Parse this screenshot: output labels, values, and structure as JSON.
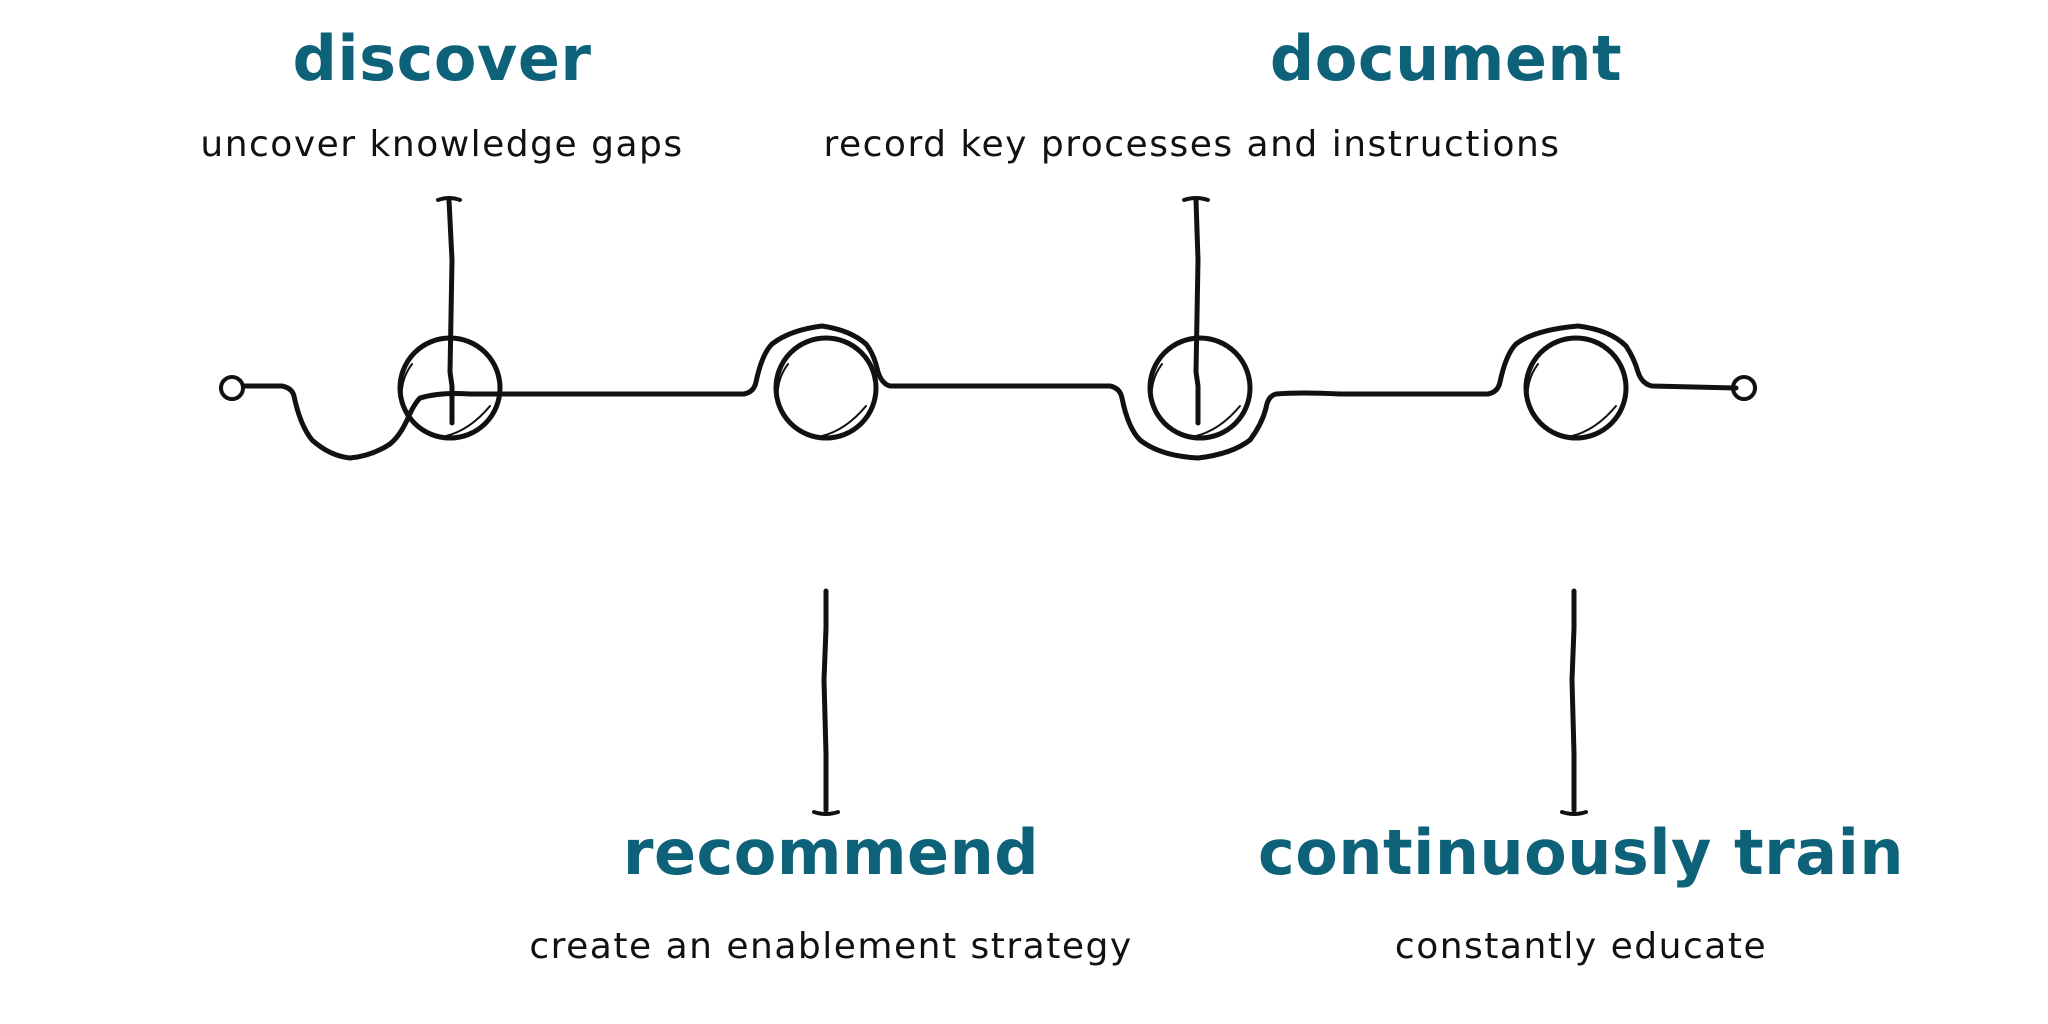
{
  "colors": {
    "title": "#0d6178",
    "line": "#111111"
  },
  "steps": [
    {
      "title": "discover",
      "subtitle": "uncover knowledge gaps",
      "position": "top"
    },
    {
      "title": "recommend",
      "subtitle": "create an enablement strategy",
      "position": "bottom"
    },
    {
      "title": "document",
      "subtitle": "record key processes and instructions",
      "position": "top"
    },
    {
      "title": "continuously train",
      "subtitle": "constantly educate",
      "position": "bottom"
    }
  ]
}
